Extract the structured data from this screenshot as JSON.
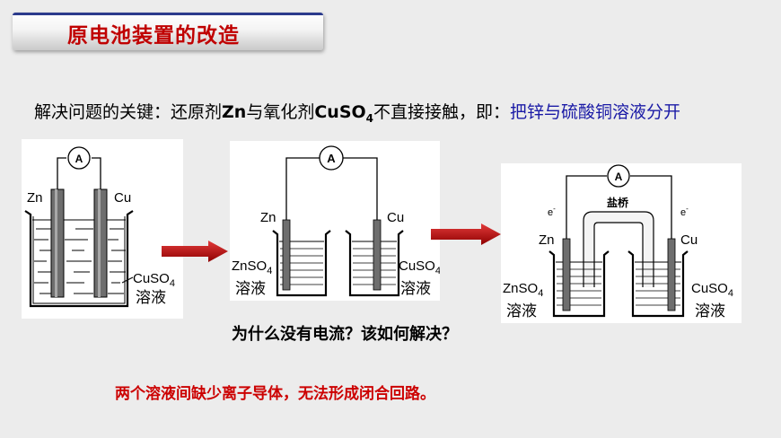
{
  "title": "原电池装置的改造",
  "key_line": {
    "prefix": "解决问题的关键：还原剂",
    "zn": "Zn",
    "mid": "与氧化剂",
    "cuso": "CuSO",
    "sub": "4",
    "suffix": "不直接接触，即：",
    "highlight": "把锌与硫酸铜溶液分开"
  },
  "diagram1": {
    "ammeter": "A",
    "left_electrode": "Zn",
    "right_electrode": "Cu",
    "solution_formula": "CuSO",
    "solution_sub": "4",
    "solution_word": "溶液"
  },
  "diagram2": {
    "ammeter": "A",
    "left_electrode": "Zn",
    "right_electrode": "Cu",
    "left_solution_formula": "ZnSO",
    "left_solution_sub": "4",
    "right_solution_formula": "CuSO",
    "right_solution_sub": "4",
    "solution_word": "溶液"
  },
  "diagram3": {
    "ammeter": "A",
    "salt_bridge": "盐桥",
    "electron_left": "e",
    "electron_right": "e",
    "electron_sign": "-",
    "left_electrode": "Zn",
    "right_electrode": "Cu",
    "left_solution_formula": "ZnSO",
    "left_solution_sub": "4",
    "right_solution_formula": "CuSO",
    "right_solution_sub": "4",
    "solution_word": "溶液"
  },
  "question": "为什么没有电流？该如何解决？",
  "answer": "两个溶液间缺少离子导体，无法形成闭合回路。",
  "colors": {
    "title_red": "#c00000",
    "highlight_blue": "#1a1aa6",
    "answer_red": "#cc0000",
    "arrow_red": "#c00000"
  }
}
